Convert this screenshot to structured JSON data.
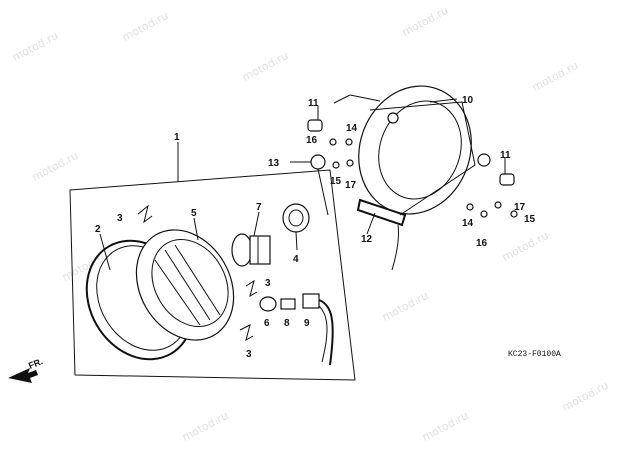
{
  "watermark": "motod.ru",
  "diagram_code": "KC23-F0100A",
  "direction_label": "FR.",
  "callouts": {
    "c1": "1",
    "c2": "2",
    "c3a": "3",
    "c3b": "3",
    "c3c": "3",
    "c4": "4",
    "c5": "5",
    "c6": "6",
    "c7": "7",
    "c8": "8",
    "c9": "9",
    "c10": "10",
    "c11a": "11",
    "c11b": "11",
    "c12": "12",
    "c13": "13",
    "c14a": "14",
    "c14b": "14",
    "c15a": "15",
    "c15b": "15",
    "c16a": "16",
    "c16b": "16",
    "c17a": "17",
    "c17b": "17"
  }
}
